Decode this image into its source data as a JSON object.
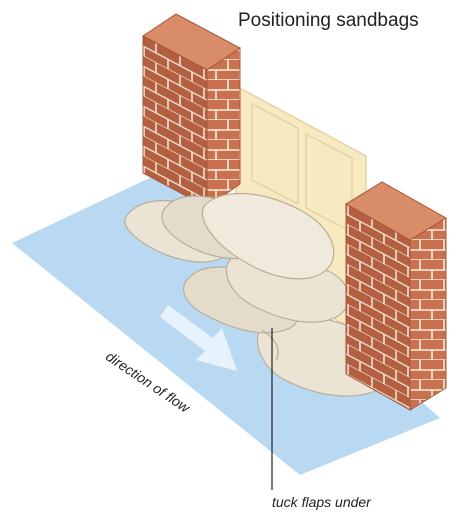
{
  "diagram": {
    "title": "Positioning sandbags",
    "flow_label": "direction of flow",
    "callout_label": "tuck flaps under"
  },
  "colors": {
    "water": "#b9d9f3",
    "arrow": "#e6f3fd",
    "brick": "#c9714e",
    "brick_top": "#d98c68",
    "mortar": "#f4ece0",
    "door": "#f7e9c0",
    "sandbag": "#ebe4d4",
    "sandbag_shade": "#cfc7b4",
    "text": "#222222"
  }
}
